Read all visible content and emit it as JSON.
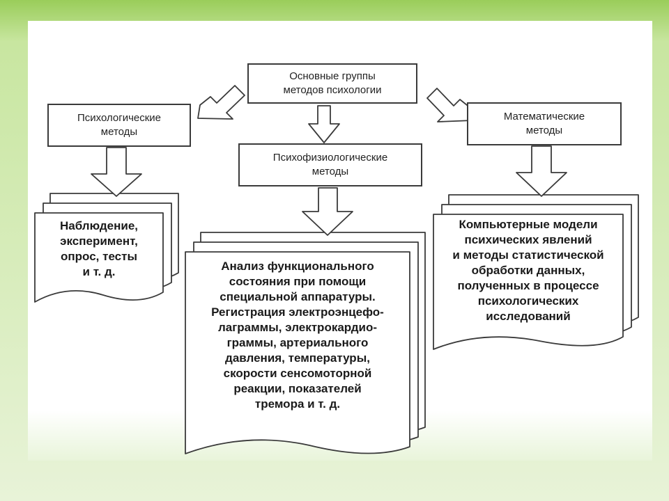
{
  "diagram": {
    "root": "Основные группы\nметодов психологии",
    "branches": {
      "left": {
        "title": "Психологические\nметоды",
        "details": "Наблюдение,\nэксперимент,\nопрос, тесты\nи т. д."
      },
      "center": {
        "title": "Психофизиологические\nметоды",
        "details": "Анализ функционального\nсостояния при помощи\nспециальной аппаратуры.\nРегистрация электроэнцефо-\nлаграммы, электрокардио-\nграммы, артериального\nдавления, температуры,\nскорости сенсомоторной\nреакции, показателей\nтремора и т. д."
      },
      "right": {
        "title": "Математические\nметоды",
        "details": "Компьютерные модели\nпсихических явлений\nи методы статистической\nобработки данных,\nполученных в процессе\nпсихологических\nисследований"
      }
    }
  },
  "colors": {
    "background_green": "#9acd5a",
    "line": "#3a3a3a"
  }
}
